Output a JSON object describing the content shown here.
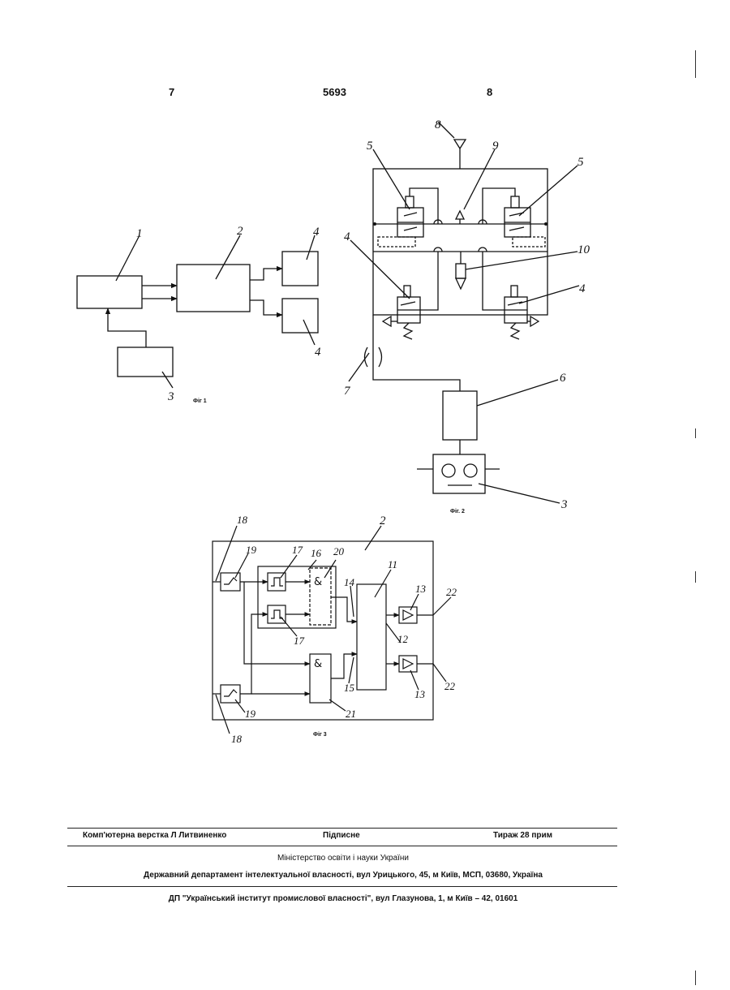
{
  "header": {
    "left_page": "7",
    "patent_number": "5693",
    "right_page": "8"
  },
  "figures": {
    "fig1": {
      "caption": "Фіг 1",
      "labels": {
        "block1": "1",
        "block2": "2",
        "block3": "3",
        "block4a": "4",
        "block4b": "4"
      }
    },
    "fig2": {
      "caption": "Фіг. 2",
      "labels": {
        "l8": "8",
        "l9": "9",
        "l5a": "5",
        "l5b": "5",
        "l4a": "4",
        "l4b": "4",
        "l10": "10",
        "l7": "7",
        "l6": "6",
        "l3": "3"
      }
    },
    "fig3": {
      "caption": "Фіг 3",
      "labels": {
        "l18a": "18",
        "l18b": "18",
        "l2": "2",
        "l19a": "19",
        "l19b": "19",
        "l17a": "17",
        "l17b": "17",
        "l16": "16",
        "l20": "20",
        "l11": "11",
        "l14": "14",
        "l13a": "13",
        "l13b": "13",
        "l22a": "22",
        "l22b": "22",
        "l12": "12",
        "l15": "15",
        "l21": "21"
      },
      "symbols": {
        "and": "&"
      }
    }
  },
  "imprint": {
    "layout": "Комп'ютерна верстка Л Литвиненко",
    "signed": "Підписне",
    "circulation": "Тираж 28 прим",
    "ministry": "Міністерство освіти і науки України",
    "department": "Державний департамент інтелектуальної власності, вул  Урицького, 45, м  Київ, МСП, 03680, Україна",
    "institute": "ДП \"Український інститут промислової власності\", вул  Глазунова, 1, м  Київ – 42, 01601"
  }
}
